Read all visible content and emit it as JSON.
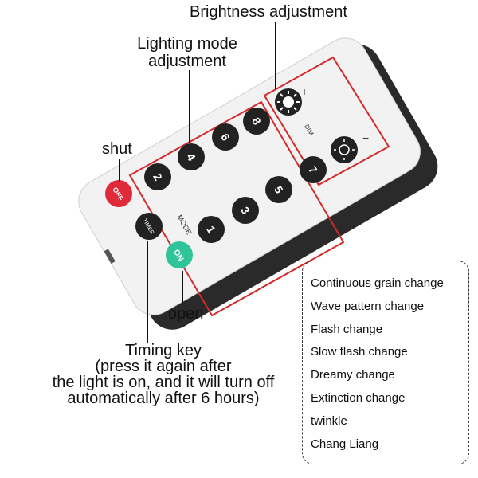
{
  "callouts": {
    "brightness": "Brightness adjustment",
    "lighting_mode_line1": "Lighting mode",
    "lighting_mode_line2": "adjustment",
    "shut": "shut",
    "open": "open",
    "timing_key": [
      "Timing key",
      "(press it again after",
      "the light is on, and it will turn off",
      "automatically after 6 hours)"
    ]
  },
  "remote": {
    "buttons": {
      "off": "OFF",
      "timer": "TIMER",
      "on": "ON",
      "numbers": [
        "1",
        "2",
        "3",
        "4",
        "5",
        "6",
        "7",
        "8"
      ]
    },
    "printed_labels": {
      "mode": "MODE",
      "dim": "DIM",
      "plus": "+",
      "minus": "−"
    },
    "colors": {
      "off_button": "#e02a3a",
      "on_button": "#2fc49a",
      "number_button": "#222222",
      "highlight_box": "#d32a2a",
      "body_face": "#f2f2f2",
      "body_edge": "#2a2a2a"
    }
  },
  "modes": [
    "Continuous grain change",
    "Wave pattern change",
    "Flash change",
    "Slow flash change",
    "Dreamy change",
    "Extinction change",
    "twinkle",
    "Chang Liang"
  ]
}
